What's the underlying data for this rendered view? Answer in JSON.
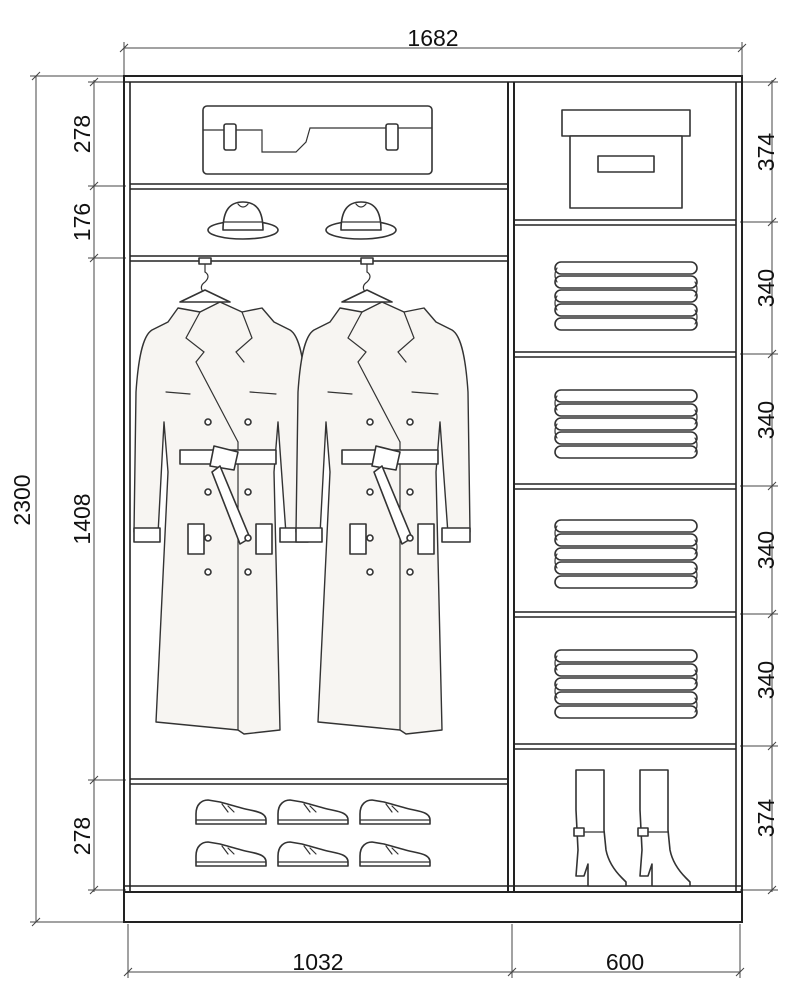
{
  "wardrobe": {
    "overall_width": "1682",
    "overall_height": "2300",
    "left_section_width": "1032",
    "right_section_width": "600",
    "left_compartments": {
      "top_shelf": "278",
      "hat_shelf": "176",
      "hanging": "1408",
      "shoe_shelf": "278"
    },
    "right_compartments": {
      "box_shelf": "374",
      "shelf_2": "340",
      "shelf_3": "340",
      "shelf_4": "340",
      "shelf_5": "340",
      "boot_shelf": "374"
    }
  },
  "icons": [
    "suitcase-icon",
    "hat-icon",
    "coat-icon",
    "hanger-icon",
    "storage-box-icon",
    "folded-clothes-icon",
    "shoe-icon",
    "boot-icon"
  ]
}
